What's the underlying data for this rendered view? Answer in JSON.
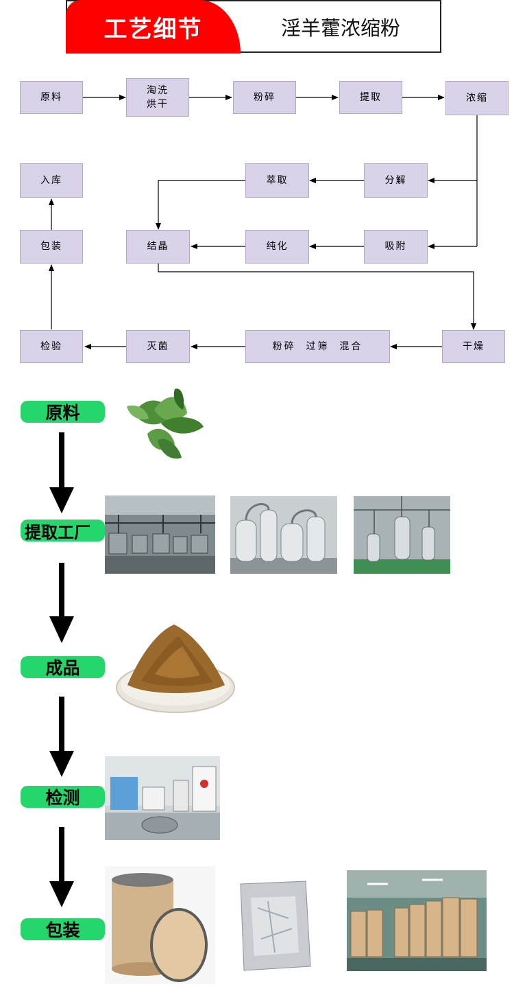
{
  "header": {
    "left_label": "工艺细节",
    "right_label": "淫羊藿浓缩粉",
    "accent_color": "#ff0000"
  },
  "flowchart": {
    "box_color": "#d9d2e9",
    "steps": {
      "raw": "原料",
      "wash_dry_l1": "淘洗",
      "wash_dry_l2": "烘干",
      "crush": "粉碎",
      "extract": "提取",
      "concentrate": "浓缩",
      "decompose": "分解",
      "solvent_extract": "萃取",
      "adsorb": "吸附",
      "purify": "纯化",
      "crystallize": "结晶",
      "store": "入库",
      "package": "包装",
      "inspect": "检验",
      "sterilize": "灭菌",
      "crush_sieve_mix": "粉碎  过筛  混合",
      "dry": "干燥"
    }
  },
  "process": {
    "pill_color": "#24d66b",
    "stages": [
      {
        "label": "原料",
        "icon": "leaf-image"
      },
      {
        "label": "提取工厂",
        "icon": "factory-image"
      },
      {
        "label": "成品",
        "icon": "powder-image"
      },
      {
        "label": "检测",
        "icon": "lab-image"
      },
      {
        "label": "包装",
        "icon": "package-image"
      }
    ]
  }
}
